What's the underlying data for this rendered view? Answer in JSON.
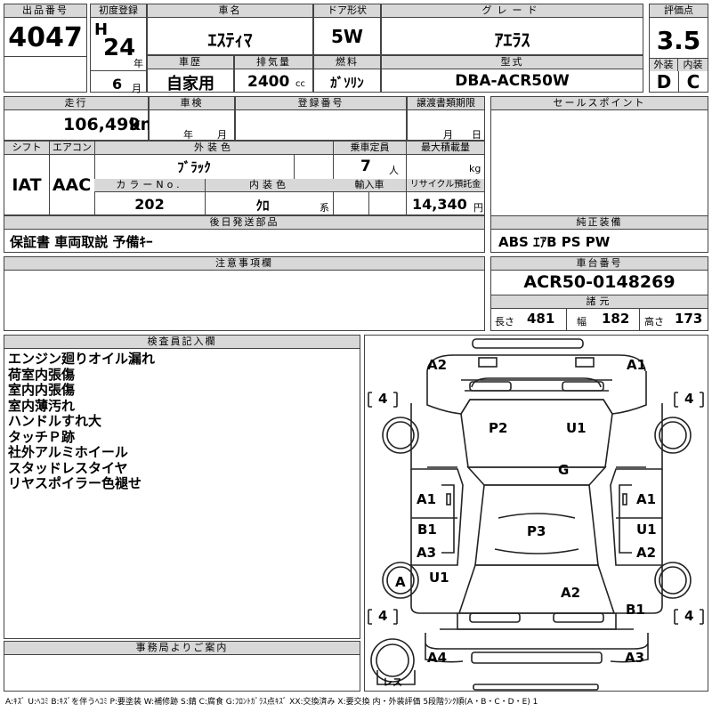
{
  "lot": {
    "label": "出品番号",
    "value": "4047"
  },
  "first_reg": {
    "label": "初度登録",
    "era": "H",
    "year": "24",
    "year_unit": "年",
    "month": "6",
    "month_unit": "月"
  },
  "car_name": {
    "label": "車名",
    "value": "ｴｽﾃｨﾏ"
  },
  "door": {
    "label": "ドア形状",
    "value": "5W"
  },
  "grade": {
    "label": "グレード",
    "value": "ｱｴﾗｽ"
  },
  "score": {
    "label": "評価点",
    "value": "3.5",
    "ext_label": "外装",
    "int_label": "内装",
    "ext": "D",
    "int": "C"
  },
  "history": {
    "label": "車歴",
    "value": "自家用"
  },
  "displacement": {
    "label": "排気量",
    "value": "2400",
    "unit": "cc"
  },
  "fuel": {
    "label": "燃料",
    "value": "ｶﾞｿﾘﾝ"
  },
  "model": {
    "label": "型式",
    "value": "DBA-ACR50W"
  },
  "mileage": {
    "label": "走行",
    "value": "106,499",
    "unit": "km"
  },
  "inspection": {
    "label": "車検",
    "year_unit": "年",
    "month_unit": "月"
  },
  "reg_no": {
    "label": "登録番号"
  },
  "transfer": {
    "label": "譲渡書類期限",
    "month_unit": "月",
    "day_unit": "日"
  },
  "sales_point": {
    "label": "セールスポイント"
  },
  "shift": {
    "label": "シフト",
    "value": "IAT"
  },
  "aircon": {
    "label": "エアコン",
    "value": "AAC"
  },
  "ext_color": {
    "label": "外装色",
    "value": "ﾌﾞﾗｯｸ"
  },
  "capacity": {
    "label": "乗車定員",
    "value": "7",
    "unit": "人"
  },
  "max_load": {
    "label": "最大積載量",
    "unit": "kg"
  },
  "color_no": {
    "label": "カラーNo.",
    "value": "202"
  },
  "int_color": {
    "label": "内装色",
    "value": "ｸﾛ",
    "unit": "系"
  },
  "import": {
    "label": "輸入車"
  },
  "recycle": {
    "label": "リサイクル預託金",
    "value": "14,340",
    "unit": "円"
  },
  "later_parts": {
    "label": "後日発送部品",
    "value": "保証書 車両取説 予備ｷｰ"
  },
  "genuine": {
    "label": "純正装備",
    "value": "ABS ｴｱB PS PW"
  },
  "caution": {
    "label": "注意事項欄"
  },
  "chassis": {
    "label": "車台番号",
    "value": "ACR50-0148269"
  },
  "dims": {
    "label": "諸元",
    "len_label": "長さ",
    "len": "481",
    "wid_label": "幅",
    "wid": "182",
    "hgt_label": "高さ",
    "hgt": "173"
  },
  "inspector": {
    "label": "検査員記入欄",
    "notes": [
      "エンジン廻りオイル漏れ",
      "荷室内張傷",
      "室内内張傷",
      "室内薄汚れ",
      "ハンドルすれ大",
      "タッチＰ跡",
      "社外アルミホイール",
      "スタッドレスタイヤ",
      "リヤスポイラー色褪せ"
    ]
  },
  "office": {
    "label": "事務局よりご案内"
  },
  "diagram": {
    "marks": {
      "front_left": "A2",
      "front_right": "A1",
      "hood_left": "P2",
      "hood_right": "U1",
      "windshield": "G",
      "door_fl": "A1",
      "door_fr": "A1",
      "door_rl": "B1",
      "door_rr": "U1",
      "rocker_l": "A3",
      "rocker_r": "A2",
      "roof": "P3",
      "rear_q_l": "U1",
      "rear_q_r": "A2",
      "rear_r": "B1",
      "rear_bl": "A4",
      "rear_br": "A3",
      "tire_rl": "A"
    },
    "tire_counts": [
      "4",
      "4",
      "4",
      "4"
    ],
    "spare_label": "レス"
  },
  "legend": "A:ｷｽﾞ U:ﾍｺﾐ B:ｷｽﾞを伴うﾍｺﾐ P:要塗装 W:補修跡 S:錆 C:腐食 G:ﾌﾛﾝﾄｶﾞﾗｽ点ｷｽﾞ XX:交換済み X:要交換 内・外装評価 5段階ﾗﾝｸ順(A・B・C・D・E) 1"
}
